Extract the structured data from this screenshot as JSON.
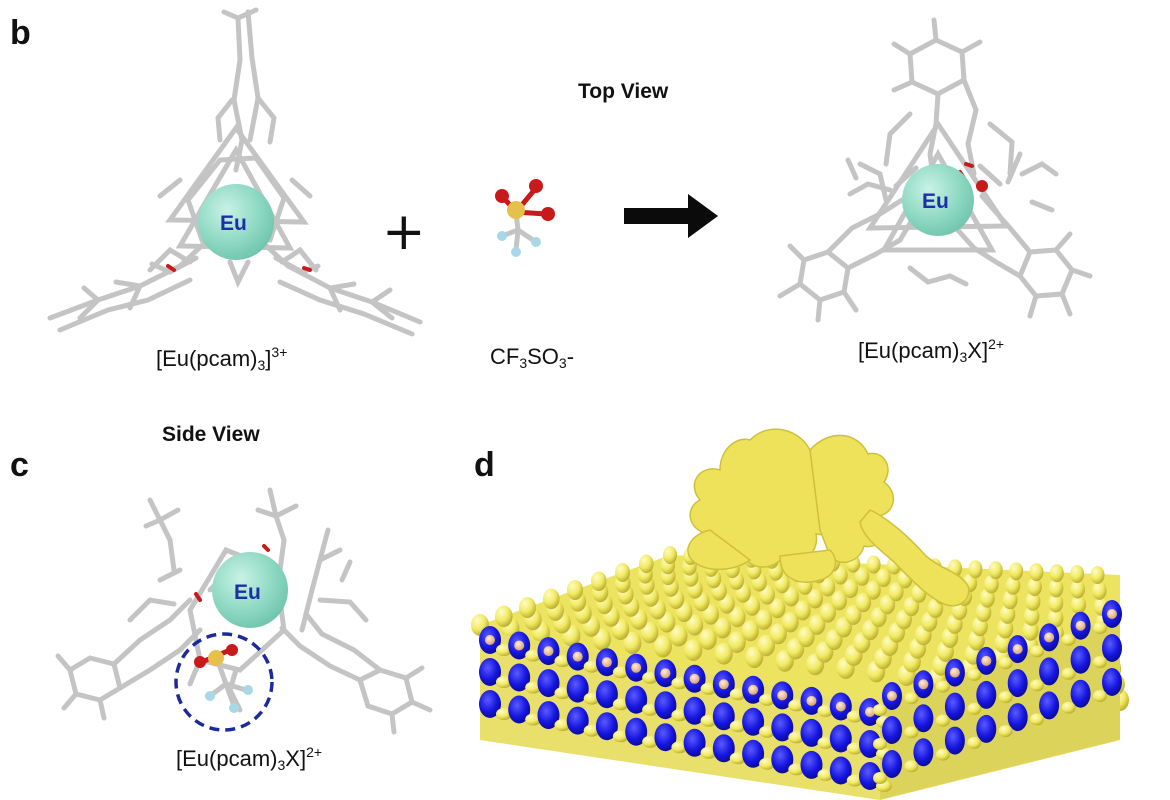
{
  "panels": {
    "b": {
      "letter": "b",
      "view_title": "Top View",
      "left_complex": {
        "formula": {
          "base": "[Eu(pcam)",
          "sub": "3",
          "close": "]",
          "sup": "3+"
        },
        "ion_label": "Eu"
      },
      "plus_sign": "+",
      "anion": {
        "formula": {
          "part1": "CF",
          "sub1": "3",
          "part2": "SO",
          "sub2": "3",
          "charge": "-"
        }
      },
      "arrow": "right-arrow",
      "right_complex": {
        "formula": {
          "base": "[Eu(pcam)",
          "sub": "3",
          "mid": "X]",
          "sup": "2+"
        },
        "ion_label": "Eu"
      }
    },
    "c": {
      "letter": "c",
      "view_title": "Side View",
      "complex": {
        "formula": {
          "base": "[Eu(pcam)",
          "sub": "3",
          "mid": "X]",
          "sup": "2+"
        },
        "ion_label": "Eu"
      }
    },
    "d": {
      "letter": "d"
    }
  },
  "colors": {
    "eu_sphere": "#8fd9c3",
    "eu_label": "#1a2fa8",
    "bond_gray": "#c4c4c4",
    "oxygen_red": "#c8191b",
    "sulfur_yellow": "#e6c04c",
    "fluorine_blue": "#a8d8e8",
    "surface_yellow": "#f0ea62",
    "lattice_blue": "#1515e0",
    "arrow_black": "#0b0b0b",
    "circle_dash": "#1c2b9c"
  }
}
